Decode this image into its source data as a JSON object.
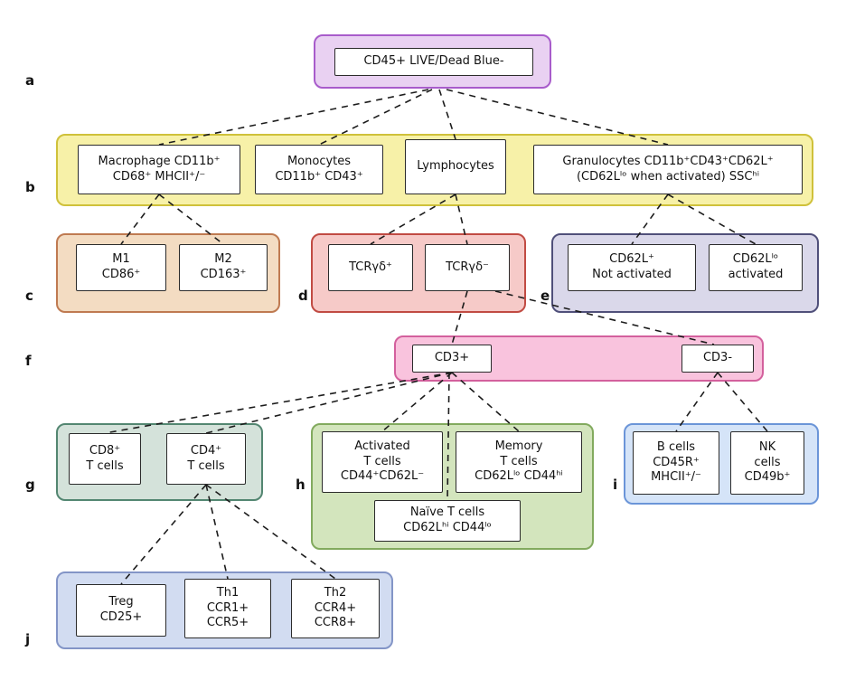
{
  "title": "Immune cell gating hierarchy diagram",
  "labels": {
    "a": "a",
    "b": "b",
    "c": "c",
    "d": "d",
    "e": "e",
    "f": "f",
    "g": "g",
    "h": "h",
    "i": "i",
    "j": "j"
  },
  "nodes": {
    "root": "CD45+ LIVE/Dead Blue-",
    "macrophage": "Macrophage CD11b⁺\nCD68⁺ MHCII⁺/⁻",
    "monocytes": "Monocytes\nCD11b⁺ CD43⁺",
    "lymphocytes": "Lymphocytes",
    "granulocytes": "Granulocytes CD11b⁺CD43⁺CD62L⁺\n(CD62Lˡᵒ when activated)  SSCʰⁱ",
    "m1": "M1\nCD86⁺",
    "m2": "M2\nCD163⁺",
    "tcr_pos": "TCRγδ⁺",
    "tcr_neg": "TCRγδ⁻",
    "cd62l_not": "CD62L⁺\nNot activated",
    "cd62l_act": "CD62Lˡᵒ\nactivated",
    "cd3_pos": "CD3+",
    "cd3_neg": "CD3-",
    "cd8": "CD8⁺\nT cells",
    "cd4": "CD4⁺\nT cells",
    "activated": "Activated\nT cells\nCD44⁺CD62L⁻",
    "memory": "Memory\nT cells\nCD62Lˡᵒ CD44ʰⁱ",
    "naive": "Naïve T cells\nCD62Lʰⁱ CD44ˡᵒ",
    "bcells": "B cells\nCD45R⁺\nMHCII⁺/⁻",
    "nk": "NK\ncells\nCD49b⁺",
    "treg": "Treg\nCD25+",
    "th1": "Th1\nCCR1+\nCCR5+",
    "th2": "Th2\nCCR4+\nCCR8+"
  },
  "colors": {
    "group_a_fill": "#e9d1f2",
    "group_a_border": "#a85ccb",
    "group_b_fill": "#f7f1a8",
    "group_b_border": "#cfc13a",
    "group_c_fill": "#f3dcc2",
    "group_c_border": "#bf7a51",
    "group_d_fill": "#f6cac8",
    "group_d_border": "#c14b43",
    "group_e_fill": "#dad8ea",
    "group_e_border": "#50507a",
    "group_f_fill": "#f9c3dd",
    "group_f_border": "#d3609d",
    "group_g_fill": "#d4e2da",
    "group_g_border": "#538671",
    "group_h_fill": "#d3e5bd",
    "group_h_border": "#82aa5e",
    "group_i_fill": "#d5e4f8",
    "group_i_border": "#6b95d8",
    "group_j_fill": "#d2dcf1",
    "group_j_border": "#8395c7"
  }
}
